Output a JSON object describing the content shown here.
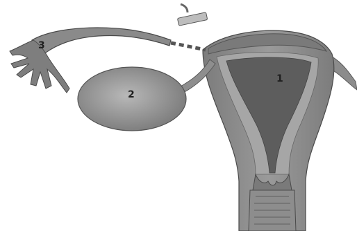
{
  "labels": {
    "uterus": "1",
    "ovary": "2",
    "fallopian_tube": "3"
  },
  "colors": {
    "tissue_dark": "#6b6b6b",
    "tissue_mid": "#8a8a8a",
    "tissue_light": "#a5a5a5",
    "cavity": "#5a5a5a",
    "outline": "#4a4a4a"
  }
}
